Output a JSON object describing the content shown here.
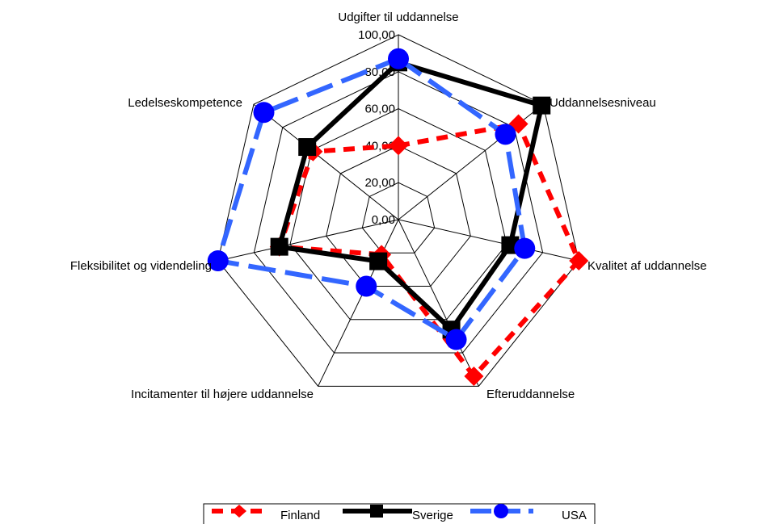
{
  "chart_data": {
    "type": "radar",
    "axes": [
      "Udgifter til uddannelse",
      "Uddannelsesniveau",
      "Kvalitet af uddannelse",
      "Efteruddannelse",
      "Incitamenter til højere uddannelse",
      "Fleksibilitet og videndeling",
      "Ledelseskompetence"
    ],
    "ticks": [
      "0,00",
      "20,00",
      "40,00",
      "60,00",
      "80,00",
      "100,00"
    ],
    "rmax": 100,
    "series": [
      {
        "name": "Finland",
        "values": [
          40,
          83,
          100,
          94,
          21,
          66,
          59
        ],
        "color": "#ff0000",
        "marker": "diamond",
        "dash": "dashed"
      },
      {
        "name": "Sverige",
        "values": [
          85,
          99,
          62,
          66,
          25,
          66,
          63
        ],
        "color": "#000000",
        "marker": "square",
        "dash": "solid"
      },
      {
        "name": "USA",
        "values": [
          87,
          74,
          70,
          72,
          40,
          100,
          93
        ],
        "color": "#3366ff",
        "marker": "circle",
        "dash": "longdash"
      }
    ],
    "legend_position": "bottom"
  }
}
